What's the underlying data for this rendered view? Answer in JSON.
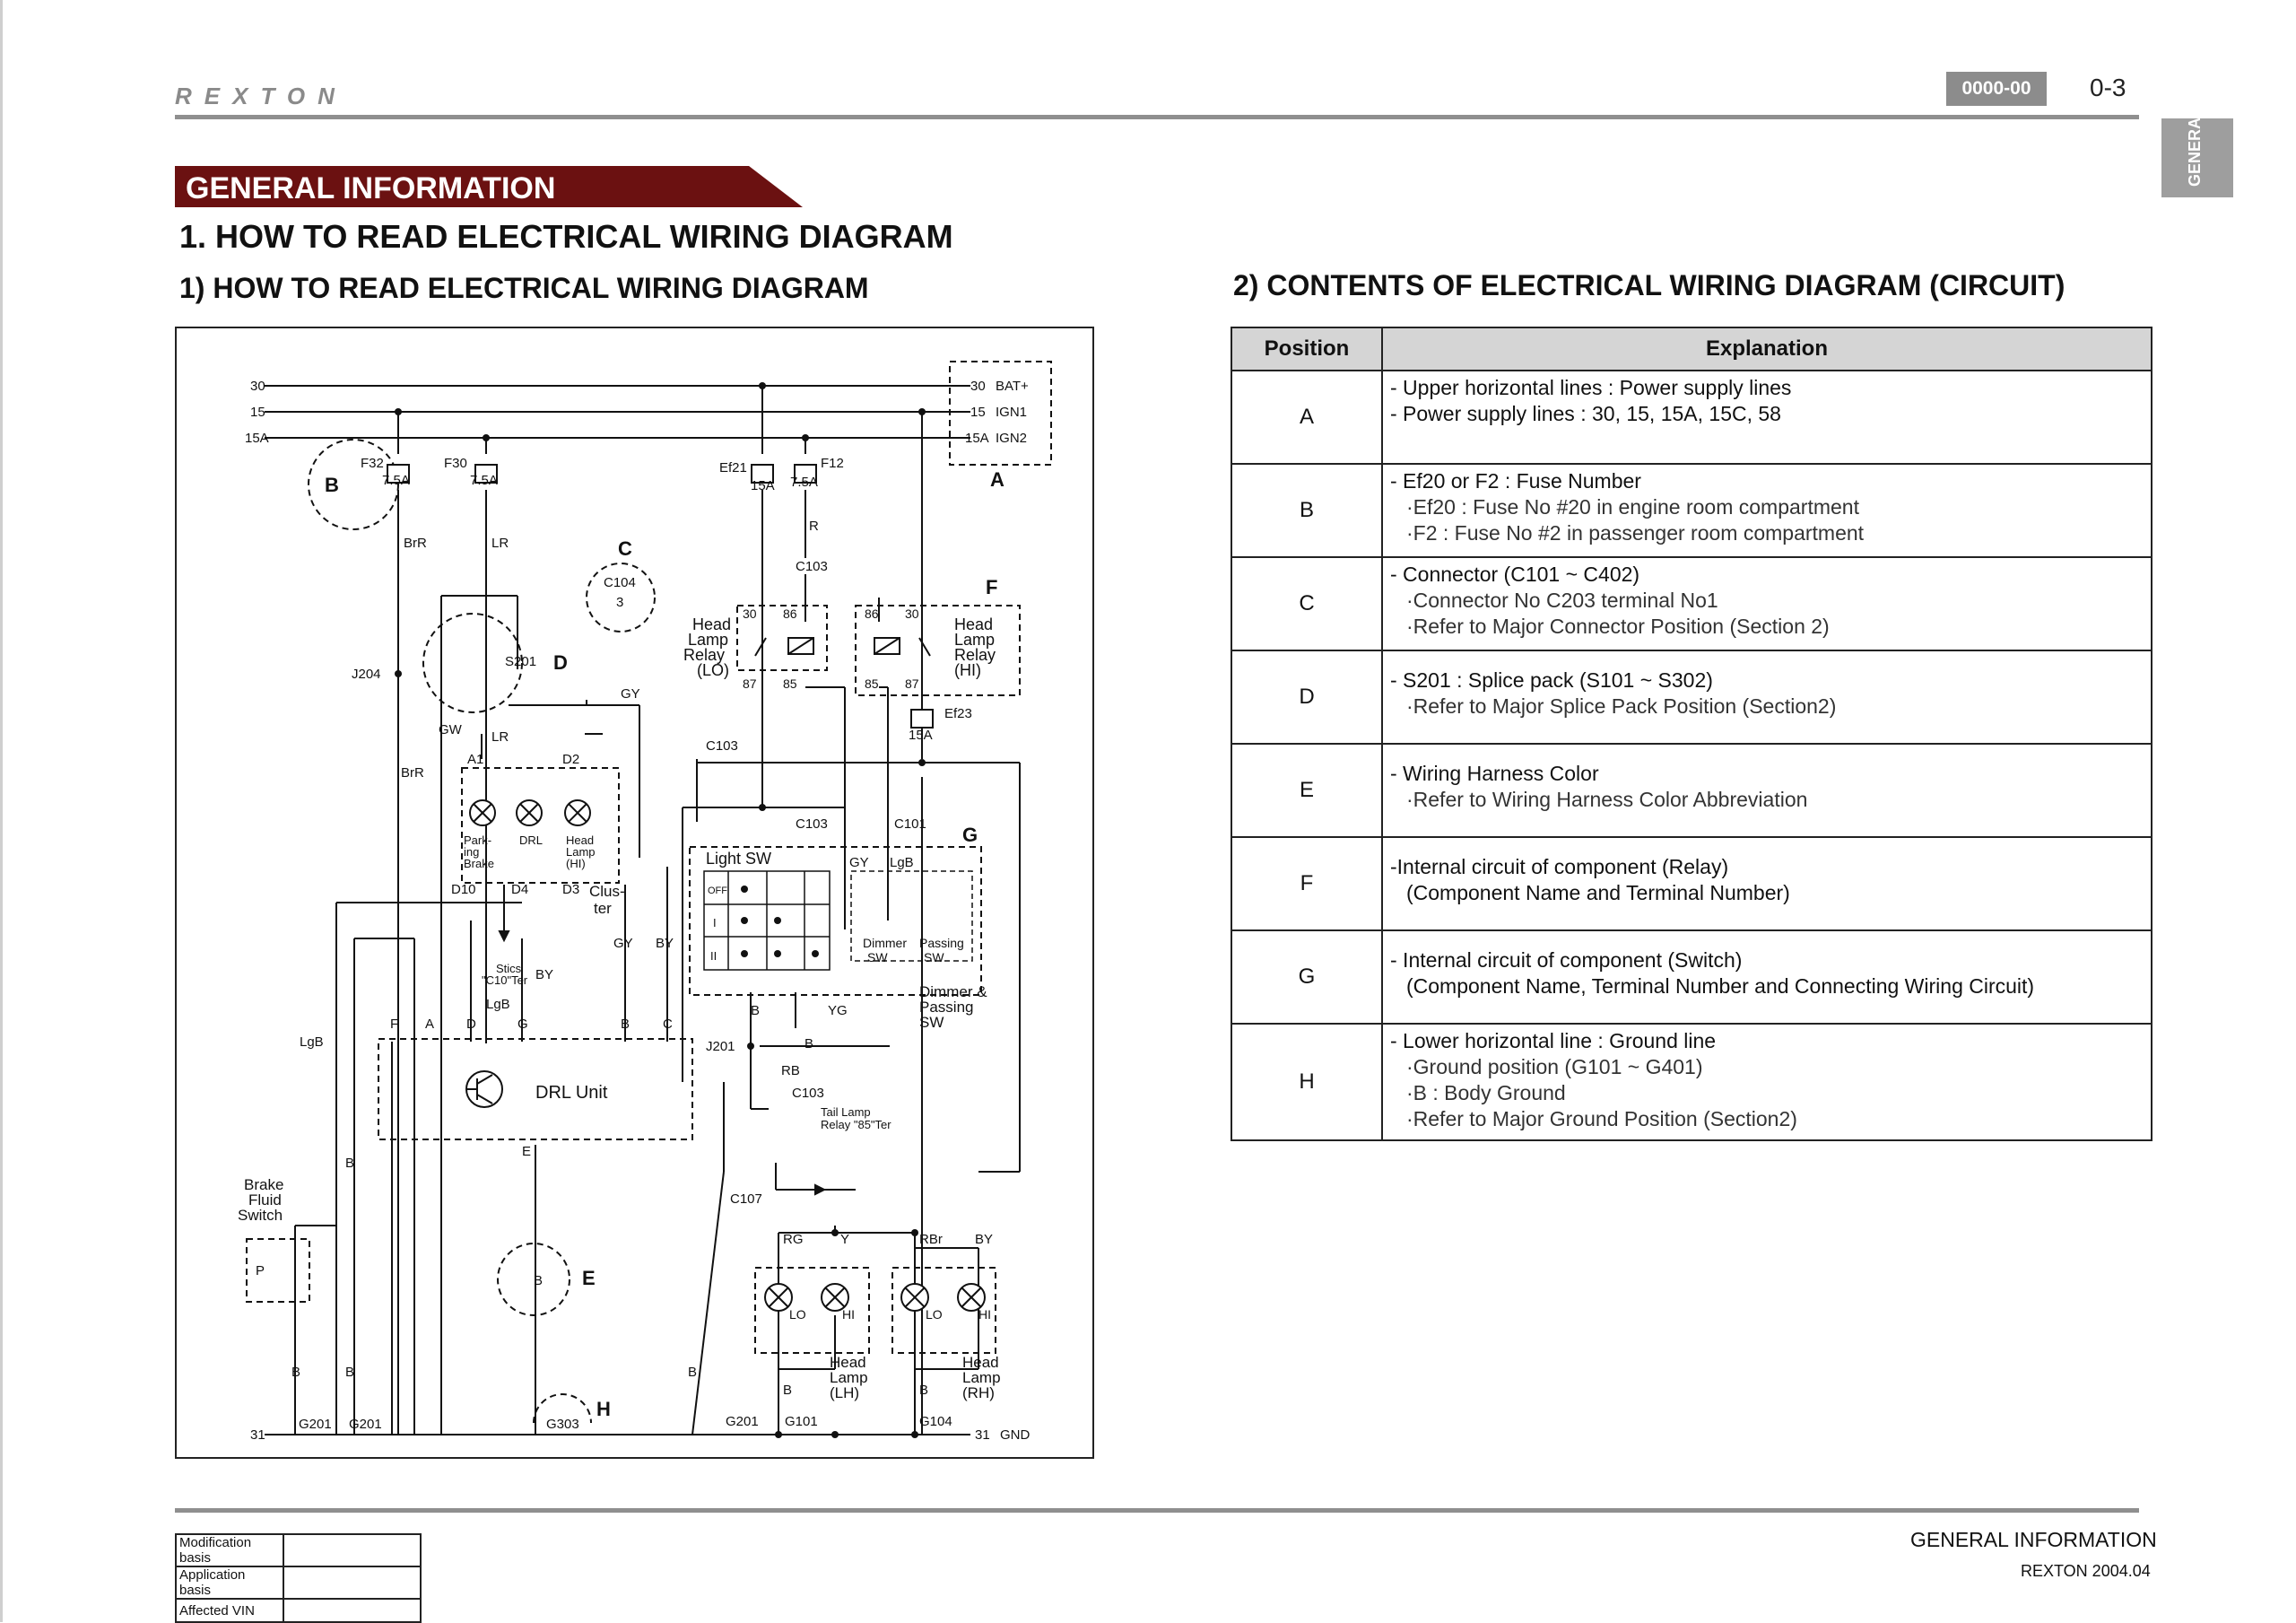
{
  "header": {
    "logo": "REXTON",
    "code": "0000-00",
    "page": "0-3",
    "side_tab": "GENERAL"
  },
  "section_banner": "GENERAL INFORMATION",
  "title_main": "1. HOW TO READ ELECTRICAL WIRING DIAGRAM",
  "title_left": "1) HOW TO READ ELECTRICAL WIRING DIAGRAM",
  "title_right": "2) CONTENTS OF ELECTRICAL WIRING DIAGRAM (CIRCUIT)",
  "diagram": {
    "supply_lines": [
      "30",
      "15",
      "15A"
    ],
    "power_box": [
      "BAT+",
      "IGN1",
      "IGN2"
    ],
    "ground_line": "31",
    "ground_box": "GND",
    "fuses": [
      {
        "name": "F32",
        "rating": "7.5A"
      },
      {
        "name": "F30",
        "rating": "7.5A"
      },
      {
        "name": "Ef21",
        "rating": "15A"
      },
      {
        "name": "F12",
        "rating": "7.5A"
      },
      {
        "name": "Ef23",
        "rating": "15A"
      }
    ],
    "markers": [
      "A",
      "B",
      "C",
      "D",
      "E",
      "F",
      "G",
      "H"
    ],
    "relay_lo": {
      "label1": "Head",
      "label2": "Lamp",
      "label3": "Relay",
      "label4": "(LO)"
    },
    "relay_hi": {
      "label1": "Head",
      "label2": "Lamp",
      "label3": "Relay",
      "label4": "(HI)"
    },
    "relay_pins": [
      "30",
      "86",
      "87",
      "85"
    ],
    "connectors": {
      "c104": "C104",
      "c104_pin": "3",
      "c103": "C103",
      "c101": "C101",
      "c107": "C107",
      "s201": "S201",
      "j204": "J204",
      "j201": "J201"
    },
    "wires": {
      "brr": "BrR",
      "lr": "LR",
      "r": "R",
      "gy": "GY",
      "gw": "GW",
      "by": "BY",
      "lgb": "LgB",
      "b": "B",
      "yg": "YG",
      "rb": "RB",
      "rg": "RG",
      "y": "Y",
      "rbr": "RBr"
    },
    "cluster": {
      "label1": "Clus-",
      "label2": "ter",
      "lamp1": [
        "Park-",
        "ing",
        "Brake"
      ],
      "lamp2": "DRL",
      "lamp3": [
        "Head",
        "Lamp",
        "(HI)"
      ],
      "pins": [
        "A1",
        "D2",
        "D10",
        "D4",
        "D3"
      ]
    },
    "stics": [
      "Stics",
      "\"C10\"Ter"
    ],
    "light_sw": {
      "title": "Light SW",
      "rows": [
        "OFF",
        "I",
        "II"
      ],
      "dimmer": [
        "Dimmer",
        "SW"
      ],
      "passing": [
        "Passing",
        "SW"
      ],
      "combo": [
        "Dimmer &",
        "Passing",
        "SW"
      ]
    },
    "drl_unit": {
      "label": "DRL Unit",
      "pins_top": [
        "F",
        "A",
        "D",
        "G",
        "B",
        "C"
      ],
      "pin_bottom": "E"
    },
    "tail_lamp": [
      "Tail Lamp",
      "Relay \"85\"Ter"
    ],
    "brake_switch": [
      "Brake",
      "Fluid",
      "Switch"
    ],
    "brake_switch_symbol": "P",
    "head_lamp_lh": [
      "Head",
      "Lamp",
      "(LH)"
    ],
    "head_lamp_rh": [
      "Head",
      "Lamp",
      "(RH)"
    ],
    "lamp_filaments": [
      "LO",
      "HI"
    ],
    "grounds": [
      "G201",
      "G201",
      "G303",
      "G201",
      "G101",
      "G104"
    ]
  },
  "table": {
    "headers": [
      "Position",
      "Explanation"
    ],
    "rows": [
      {
        "pos": "A",
        "lines": [
          "- Upper horizontal lines : Power supply lines",
          "- Power supply lines : 30, 15, 15A, 15C, 58"
        ]
      },
      {
        "pos": "B",
        "lines": [
          "- Ef20 or F2 : Fuse Number",
          "·Ef20 : Fuse No #20 in engine room compartment",
          "·F2 : Fuse No #2 in passenger room compartment"
        ]
      },
      {
        "pos": "C",
        "lines": [
          "- Connector (C101 ~ C402)",
          "·Connector No C203 terminal No1",
          "·Refer to Major Connector Position (Section 2)"
        ]
      },
      {
        "pos": "D",
        "lines": [
          "- S201 : Splice pack (S101 ~ S302)",
          "·Refer to Major Splice Pack Position (Section2)"
        ]
      },
      {
        "pos": "E",
        "lines": [
          "- Wiring Harness Color",
          "·Refer to Wiring Harness Color Abbreviation"
        ]
      },
      {
        "pos": "F",
        "lines": [
          "-Internal circuit of component (Relay)",
          "(Component Name and Terminal Number)"
        ]
      },
      {
        "pos": "G",
        "lines": [
          "- Internal circuit of component (Switch)",
          "(Component Name, Terminal Number and Connecting Wiring Circuit)"
        ]
      },
      {
        "pos": "H",
        "lines": [
          "- Lower horizontal line : Ground line",
          "·Ground position (G101 ~ G401)",
          "·B : Body Ground",
          "·Refer to Major Ground Position (Section2)"
        ]
      }
    ]
  },
  "footer": {
    "rows": [
      "Modification basis",
      "Application basis",
      "Affected VIN"
    ],
    "title": "GENERAL INFORMATION",
    "date": "REXTON 2004.04"
  }
}
